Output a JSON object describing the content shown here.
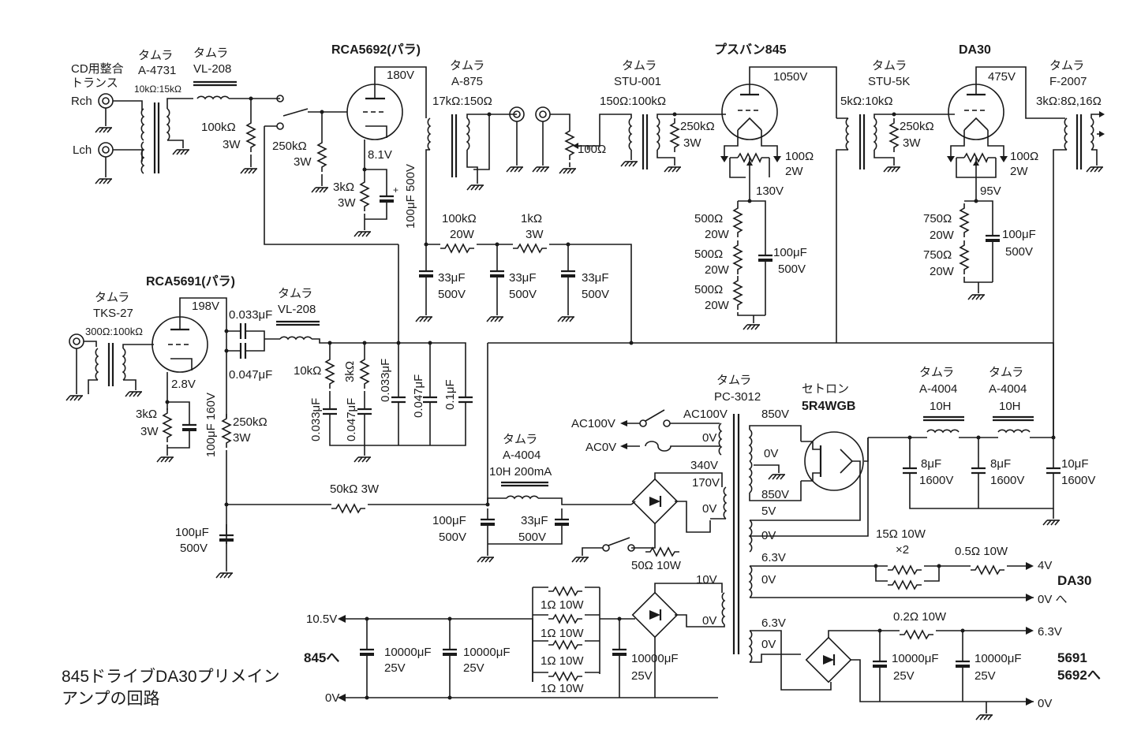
{
  "title": {
    "line1": "845ドライブDA30プリメイン",
    "line2": "アンプの回路"
  },
  "inputs": {
    "cd_label1": "CD用整合",
    "cd_label2": "トランス",
    "rch": "Rch",
    "lch": "Lch"
  },
  "t_a4731": {
    "maker": "タムラ",
    "model": "A-4731",
    "ratio": "10kΩ:15kΩ"
  },
  "t_vl208a": {
    "maker": "タムラ",
    "model": "VL-208"
  },
  "r_100k_in": {
    "value": "100kΩ",
    "power": "3W"
  },
  "v5692": {
    "name": "RCA5692(パラ)",
    "plate_v": "180V",
    "cathode_v": "8.1V"
  },
  "r_250k_a": {
    "value": "250kΩ",
    "power": "3W"
  },
  "r_3k_a": {
    "value": "3kΩ",
    "power": "3W"
  },
  "c_100u_a": {
    "label": "100μF 500V"
  },
  "t_a875": {
    "maker": "タムラ",
    "model": "A-875",
    "ratio": "17kΩ:150Ω"
  },
  "r_100ohm_vol": {
    "value": "100Ω"
  },
  "t_stu001": {
    "maker": "タムラ",
    "model": "STU-001",
    "ratio": "150Ω:100kΩ"
  },
  "r_250k_b": {
    "value": "250kΩ",
    "power": "3W"
  },
  "v845": {
    "name": "プスバン845",
    "plate_v": "1050V",
    "bias_v": "130V"
  },
  "r_100_hum_a": {
    "value": "100Ω",
    "power": "2W"
  },
  "r_500_chain": {
    "v1": "500Ω",
    "p1": "20W",
    "v2": "500Ω",
    "p2": "20W",
    "v3": "500Ω",
    "p3": "20W"
  },
  "c_100u_845": {
    "value": "100μF",
    "voltage": "500V"
  },
  "t_stu5k": {
    "maker": "タムラ",
    "model": "STU-5K",
    "ratio": "5kΩ:10kΩ"
  },
  "r_250k_c": {
    "value": "250kΩ",
    "power": "3W"
  },
  "vda30": {
    "name": "DA30",
    "plate_v": "475V",
    "bias_v": "95V"
  },
  "r_100_hum_b": {
    "value": "100Ω",
    "power": "2W"
  },
  "r_750": {
    "v1": "750Ω",
    "p1": "20W",
    "v2": "750Ω",
    "p2": "20W"
  },
  "c_100u_da30": {
    "value": "100μF",
    "voltage": "500V"
  },
  "t_f2007": {
    "maker": "タムラ",
    "model": "F-2007",
    "ratio": "3kΩ:8Ω,16Ω"
  },
  "decouple": {
    "r1": "100kΩ",
    "r1p": "20W",
    "r2": "1kΩ",
    "r2p": "3W",
    "c": "33μF",
    "cv": "500V"
  },
  "v5691": {
    "name": "RCA5691(パラ)",
    "plate_v": "198V",
    "cathode_v": "2.8V"
  },
  "t_tks27": {
    "maker": "タムラ",
    "model": "TKS-27",
    "ratio": "300Ω:100kΩ"
  },
  "r_3k_b": {
    "value": "3kΩ",
    "power": "3W"
  },
  "c_100u_b": {
    "label": "100μF 160V"
  },
  "r_250k_d": {
    "value": "250kΩ",
    "power": "3W"
  },
  "c_coupling": {
    "c1": "0.033μF",
    "c2": "0.047μF"
  },
  "t_vl208b": {
    "maker": "タムラ",
    "model": "VL-208"
  },
  "eq_net": {
    "r1": "10kΩ",
    "r2": "3kΩ",
    "c1": "0.033μF",
    "c2": "0.047μF",
    "c3": "0.033μF",
    "c4": "0.047μF",
    "c5": "0.1μF"
  },
  "r_50k": {
    "label": "50kΩ 3W"
  },
  "c_100u_c": {
    "value": "100μF",
    "voltage": "500V"
  },
  "ch_a4004a": {
    "maker": "タムラ",
    "model": "A-4004",
    "spec": "10H 200mA"
  },
  "c_100u_d": {
    "value": "100μF",
    "voltage": "500V"
  },
  "c_33u_e": {
    "value": "33μF",
    "voltage": "500V"
  },
  "ac": {
    "ac100": "AC100V",
    "ac0": "AC0V",
    "sec100": "AC100V",
    "sec0": "0V"
  },
  "pt": {
    "maker": "タムラ",
    "model": "PC-3012",
    "hv": "850V",
    "zero": "0V",
    "hv2": "850V",
    "b340": "340V",
    "b170": "170V",
    "b0": "0V",
    "f5": "5V",
    "f5z": "0V",
    "h63a": "6.3V",
    "h63az": "0V",
    "h10": "10V",
    "h10z": "0V",
    "h63b": "6.3V",
    "h63bz": "0V"
  },
  "r_50ohm": {
    "label": "50Ω 10W"
  },
  "rect": {
    "maker": "セトロン",
    "model": "5R4WGB"
  },
  "ch_a4004b": {
    "maker": "タムラ",
    "model": "A-4004",
    "spec": "10H"
  },
  "ch_a4004c": {
    "maker": "タムラ",
    "model": "A-4004",
    "spec": "10H"
  },
  "hv_caps": {
    "c1": "8μF",
    "c1v": "1600V",
    "c2": "8μF",
    "c2v": "1600V",
    "c3": "10μF",
    "c3v": "1600V"
  },
  "da30_heater": {
    "r15": "15Ω 10W",
    "x2": "×2",
    "r05": "0.5Ω 10W",
    "out": "4V",
    "zero": "0V へ",
    "name": "DA30"
  },
  "h845": {
    "out": "10.5V",
    "zero": "0V",
    "to": "845へ",
    "c1": "10000μF",
    "c1v": "25V",
    "c2": "10000μF",
    "c2v": "25V",
    "c3": "10000μF",
    "c3v": "25V",
    "r": [
      "1Ω 10W",
      "1Ω 10W",
      "1Ω 10W",
      "1Ω 10W"
    ]
  },
  "h5691": {
    "r": "0.2Ω 10W",
    "out": "6.3V",
    "zero": "0V",
    "c1": "10000μF",
    "c1v": "25V",
    "c2": "10000μF",
    "c2v": "25V",
    "to1": "5691",
    "to2": "5692へ"
  }
}
